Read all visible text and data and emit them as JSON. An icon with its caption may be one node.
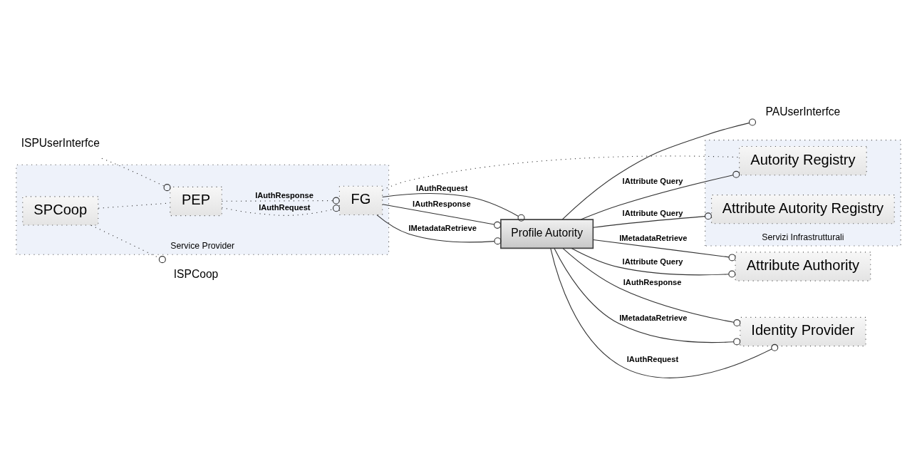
{
  "diagram": {
    "nodes": [
      {
        "text": [
          "Service Provider"
        ]
      },
      {
        "text": [
          "SPCoop"
        ],
        "in": 0
      },
      {
        "text": [
          "PEP"
        ],
        "in": 0
      },
      {
        "text": [
          "FG"
        ],
        "in": 0
      },
      {
        "text": [
          "Servizi Infrastrutturali"
        ]
      },
      {
        "text": [
          "Autority Registry"
        ],
        "in": 4
      },
      {
        "text": [
          "Attribute Autority Registry"
        ],
        "in": 4
      },
      {
        "text": [
          "Attribute Authority"
        ]
      },
      {
        "text": [
          "Profile Autority"
        ]
      },
      {
        "text": [
          "Identity Provider"
        ]
      },
      {
        "text": [
          "ISPCoop"
        ]
      },
      {
        "text": [
          "ISPUserInterfce"
        ]
      },
      {
        "text": [
          "PAUserInterfce"
        ]
      }
    ],
    "edges": [
      {
        "from": 11,
        "to": 2,
        "arrow": "other",
        "style": "dashed"
      },
      {
        "from": 1,
        "to": 10,
        "arrow": "other",
        "style": "dashed"
      },
      {
        "from": 1,
        "to": 2,
        "arrow": "none",
        "style": "dashed"
      },
      {
        "from": 2,
        "to": 3,
        "arrow": "other",
        "label": "IAuthRequest",
        "style": "dashed"
      },
      {
        "from": 2,
        "to": 3,
        "arrow": "other",
        "label": "IAuthResponse",
        "style": "dashed"
      },
      {
        "from": 3,
        "to": 8,
        "arrow": "other",
        "label": "IAuthRequest"
      },
      {
        "from": 3,
        "to": 8,
        "arrow": "other",
        "label": "IAuthResponse"
      },
      {
        "from": 3,
        "to": 8,
        "arrow": "other",
        "label": "IMetadataRetrieve"
      },
      {
        "from": 8,
        "to": 7,
        "arrow": "other",
        "label": "IAttribute Query"
      },
      {
        "from": 8,
        "to": 7,
        "arrow": "other",
        "label": "IMetadataRetrieve"
      },
      {
        "from": 8,
        "to": 9,
        "arrow": "other",
        "label": "IAuthRequest"
      },
      {
        "from": 8,
        "to": 9,
        "arrow": "other",
        "label": "IAuthResponse"
      },
      {
        "from": 8,
        "to": 9,
        "arrow": "other",
        "label": "IMetadataRetrieve"
      },
      {
        "from": 3,
        "to": 5,
        "arrow": "none",
        "style": "dashed"
      },
      {
        "from": 8,
        "to": 5,
        "arrow": "other",
        "label": "IAttribute Query"
      },
      {
        "from": 8,
        "to": 6,
        "arrow": "other",
        "label": "IAttribute Query"
      },
      {
        "from": 8,
        "to": 12,
        "arrow": "other"
      }
    ]
  }
}
